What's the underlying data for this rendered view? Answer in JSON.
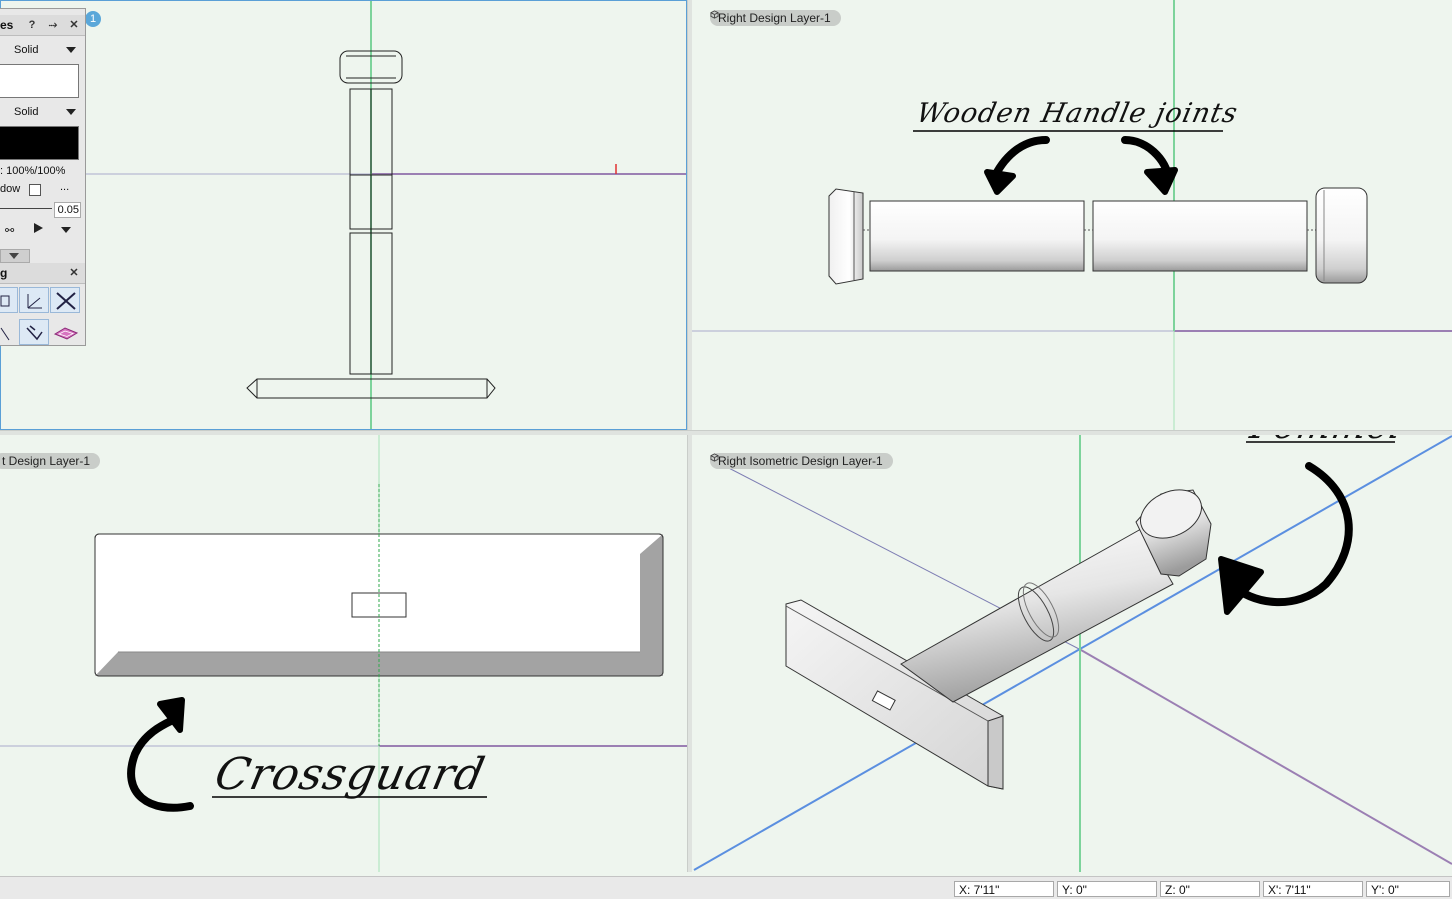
{
  "viewports": {
    "top_left": {
      "badge": "1"
    },
    "top_right": {
      "label": "Right  Design Layer-1"
    },
    "bottom_left": {
      "label": "t  Design Layer-1"
    },
    "bottom_right": {
      "label": "Right Isometric  Design Layer-1"
    }
  },
  "annotations": {
    "handle": "Wooden Handle joints",
    "pommel": "Pommel",
    "crossguard": "Crossguard"
  },
  "attributes_palette": {
    "title": "es",
    "fill_style": "Solid",
    "pen_style": "Solid",
    "opacity": ": 100%/100%",
    "shadow_label": "dow",
    "shadow_more": "...",
    "line_weight": "0.05",
    "fill_color": "#ffffff",
    "pen_color": "#000000"
  },
  "snapping_palette": {
    "title": "g"
  },
  "status_bar": {
    "x": "X: 7'11\"",
    "y": "Y: 0\"",
    "z": "Z: 0\"",
    "x_prime": "X': 7'11\"",
    "y_prime": "Y': 0\""
  },
  "colors": {
    "canvas": "#eef5ee",
    "active_border": "#5a9fd6",
    "green_axis": "#7dd39b",
    "purple_axis": "#9b7fb3",
    "blue_axis": "#5b8fe0"
  }
}
